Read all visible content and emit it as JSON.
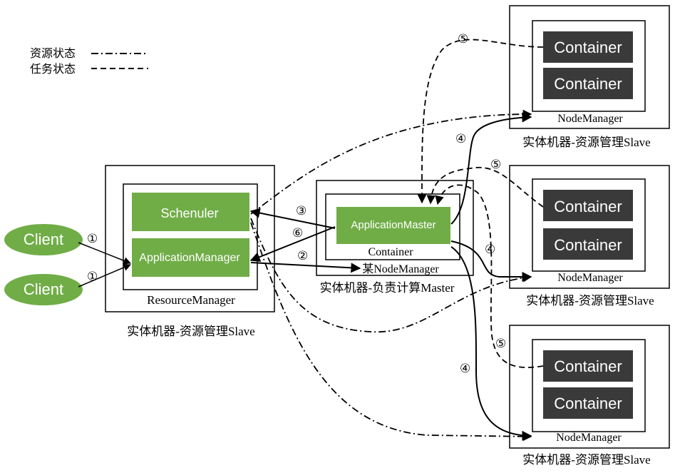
{
  "legend": {
    "resource_state": "资源状态",
    "task_state": "任务状态"
  },
  "clients": [
    "Client",
    "Client"
  ],
  "resource_manager": {
    "scheduler": "Schenuler",
    "app_manager": "ApplicationManager",
    "label": "ResourceManager",
    "machine_label": "实体机器-资源管理Slave"
  },
  "master_machine": {
    "app_master": "ApplicationMaster",
    "container_label": "Container",
    "node_manager_label": "某NodeManager",
    "machine_label": "实体机器-负责计算Master"
  },
  "slaves": [
    {
      "containers": [
        "Container",
        "Container"
      ],
      "node_manager": "NodeManager",
      "machine_label": "实体机器-资源管理Slave"
    },
    {
      "containers": [
        "Container",
        "Container"
      ],
      "node_manager": "NodeManager",
      "machine_label": "实体机器-资源管理Slave"
    },
    {
      "containers": [
        "Container",
        "Container"
      ],
      "node_manager": "NodeManager",
      "machine_label": "实体机器-资源管理Slave"
    }
  ],
  "steps": {
    "client1": "①",
    "client2": "①",
    "step2": "②",
    "step3": "③",
    "step6": "⑥",
    "step4_top": "④",
    "step4_mid": "④",
    "step4_bottom": "④",
    "step5_top": "⑤",
    "step5_mid": "⑤",
    "step5_bottom": "⑤"
  },
  "colors": {
    "green": "#70ad47",
    "dark_container": "#3a3a3a",
    "line": "#000000"
  }
}
